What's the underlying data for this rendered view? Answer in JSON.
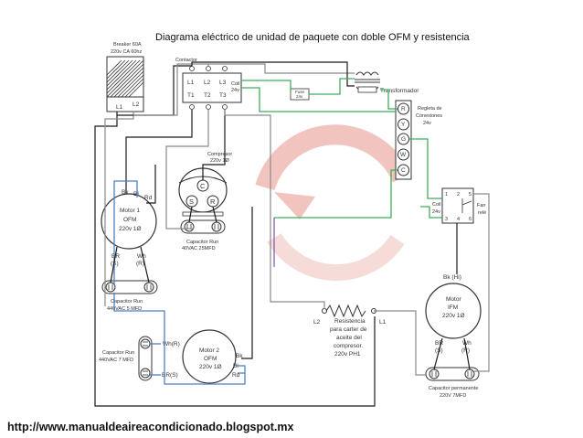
{
  "title": "Diagrama  eléctrico de unidad de paquete con doble OFM y resistencia",
  "url": "http://www.manualdeaireacondicionado.blogspot.mx",
  "breaker": {
    "line1": "Breaker 60A",
    "line2": "220v CA 60hz",
    "l1": "L1",
    "l2": "L2"
  },
  "contactor": {
    "label": "Contactor",
    "top": [
      "L1",
      "L2",
      "L3"
    ],
    "bottom": [
      "T1",
      "T2",
      "T3"
    ],
    "coil": "Coil",
    "coil_v": "24v"
  },
  "fuse": {
    "line1": "Fuse",
    "line2": "24v"
  },
  "transformer": "Transformador",
  "terminal_strip": {
    "letters": [
      "R",
      "Y",
      "G",
      "W",
      "C"
    ],
    "line1": "Regleta de",
    "line2": "Conexiones",
    "line3": "24v"
  },
  "relay": {
    "coil": "Coil",
    "coil_v": "24v",
    "nums": [
      "1",
      "2",
      "3",
      "4",
      "5",
      "6"
    ],
    "fan1": "Fan",
    "fan2": "relé"
  },
  "compressor": {
    "line1": "Compresor",
    "line2": "220v 1Ø",
    "c": "C",
    "s": "S",
    "r": "R"
  },
  "cap_compressor": {
    "line1": "Capacitor Run",
    "line2": "40VAC  25MFD"
  },
  "motor1": {
    "line1": "Motor 1",
    "line2": "OFM",
    "line3": "220v 1Ø",
    "bk": "Bk",
    "bl": "Bl",
    "rd": "Rd",
    "br": "BR",
    "br_s": "(S)",
    "wh": "Wh",
    "wh_r": "(R)"
  },
  "cap_motor1": {
    "line1": "Capacitor Run",
    "line2": "440VAC  5 MFD"
  },
  "motor2": {
    "line1": "Motor 2",
    "line2": "OFM",
    "line3": "220v 1Ø",
    "wh": "Wh(R)",
    "br": "BR(S)",
    "bk": "Bk",
    "bl": "Bl",
    "rd": "Rd"
  },
  "cap_motor2": {
    "line1": "Capacitor Run",
    "line2": "440VAC  7 MFD"
  },
  "heater": {
    "l2": "L2",
    "l1": "L1",
    "line1": "Resistencia",
    "line2": "para carter de",
    "line3": "aceite del",
    "line4": "compresor.",
    "line5": "220v PH1"
  },
  "ifm": {
    "bk": "Bk (Hi)",
    "line1": "Motor",
    "line2": "IFM",
    "line3": "220v 1Ø",
    "br": "BR",
    "br_s": "(S)",
    "wh": "Wh",
    "wh_r": "(R)"
  },
  "cap_ifm": {
    "line1": "Capacitor permanente",
    "line2": "220V  7MFD"
  },
  "colors": {
    "hot_black": "#1a1a1a",
    "neutral_gray": "#8a8a8a",
    "blue": "#4f7fc2",
    "green": "#3fae5a",
    "purple": "#8b5ab0",
    "logo_red": "#d85a4a"
  }
}
